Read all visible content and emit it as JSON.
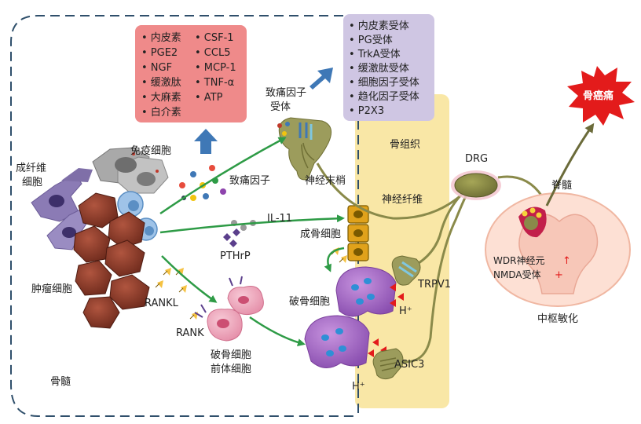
{
  "cytokine_box": {
    "col1": [
      "内皮素",
      "PGE2",
      "NGF",
      "缓激肽",
      "大麻素",
      "白介素"
    ],
    "col2": [
      "CSF-1",
      "CCL5",
      "MCP-1",
      "TNF-α",
      "ATP"
    ]
  },
  "receptor_box": {
    "items": [
      "内皮素受体",
      "PG受体",
      "TrkA受体",
      "缓激肽受体",
      "细胞因子受体",
      "趋化因子受体",
      "P2X3"
    ]
  },
  "labels": {
    "fibroblast": [
      "成纤维",
      "细胞"
    ],
    "immune_cell": "免疫细胞",
    "tumor_cell": "肿瘤细胞",
    "pain_factor": "致痛因子",
    "pain_receptor": [
      "致痛因子",
      "受体"
    ],
    "nerve_ending": "神经末梢",
    "bone_tissue": "骨组织",
    "nerve_fiber": "神经纤维",
    "il11": "IL-11",
    "pthrp": "PTHrP",
    "osteoblast": "成骨细胞",
    "rankl": "RANKL",
    "rank": "RANK",
    "osteoclast_precursor": [
      "破骨细胞",
      "前体细胞"
    ],
    "osteoclast": "破骨细胞",
    "trpv1": "TRPV1",
    "asic3": "ASIC3",
    "h_plus": "H⁺",
    "drg": "DRG",
    "spinal_cord": "脊髓",
    "wdr": "WDR神经元",
    "nmda": "NMDA受体",
    "central_sensitization": "中枢敏化",
    "bone_cancer_pain": "骨癌痛",
    "bone_marrow": "骨髓"
  },
  "colors": {
    "cytokine_box": "#ef8a8a",
    "receptor_box": "#cfc6e3",
    "bone_tissue": "#f9e7a6",
    "arrow_green": "#2e9b46",
    "arrow_blue": "#3f78b6",
    "nerve": "#8a8a4a",
    "tumor": "#8e3a2a",
    "osteoclast": "#a66cc4",
    "starburst": "#e31b1b",
    "increase_marker": "#e31b1b"
  }
}
